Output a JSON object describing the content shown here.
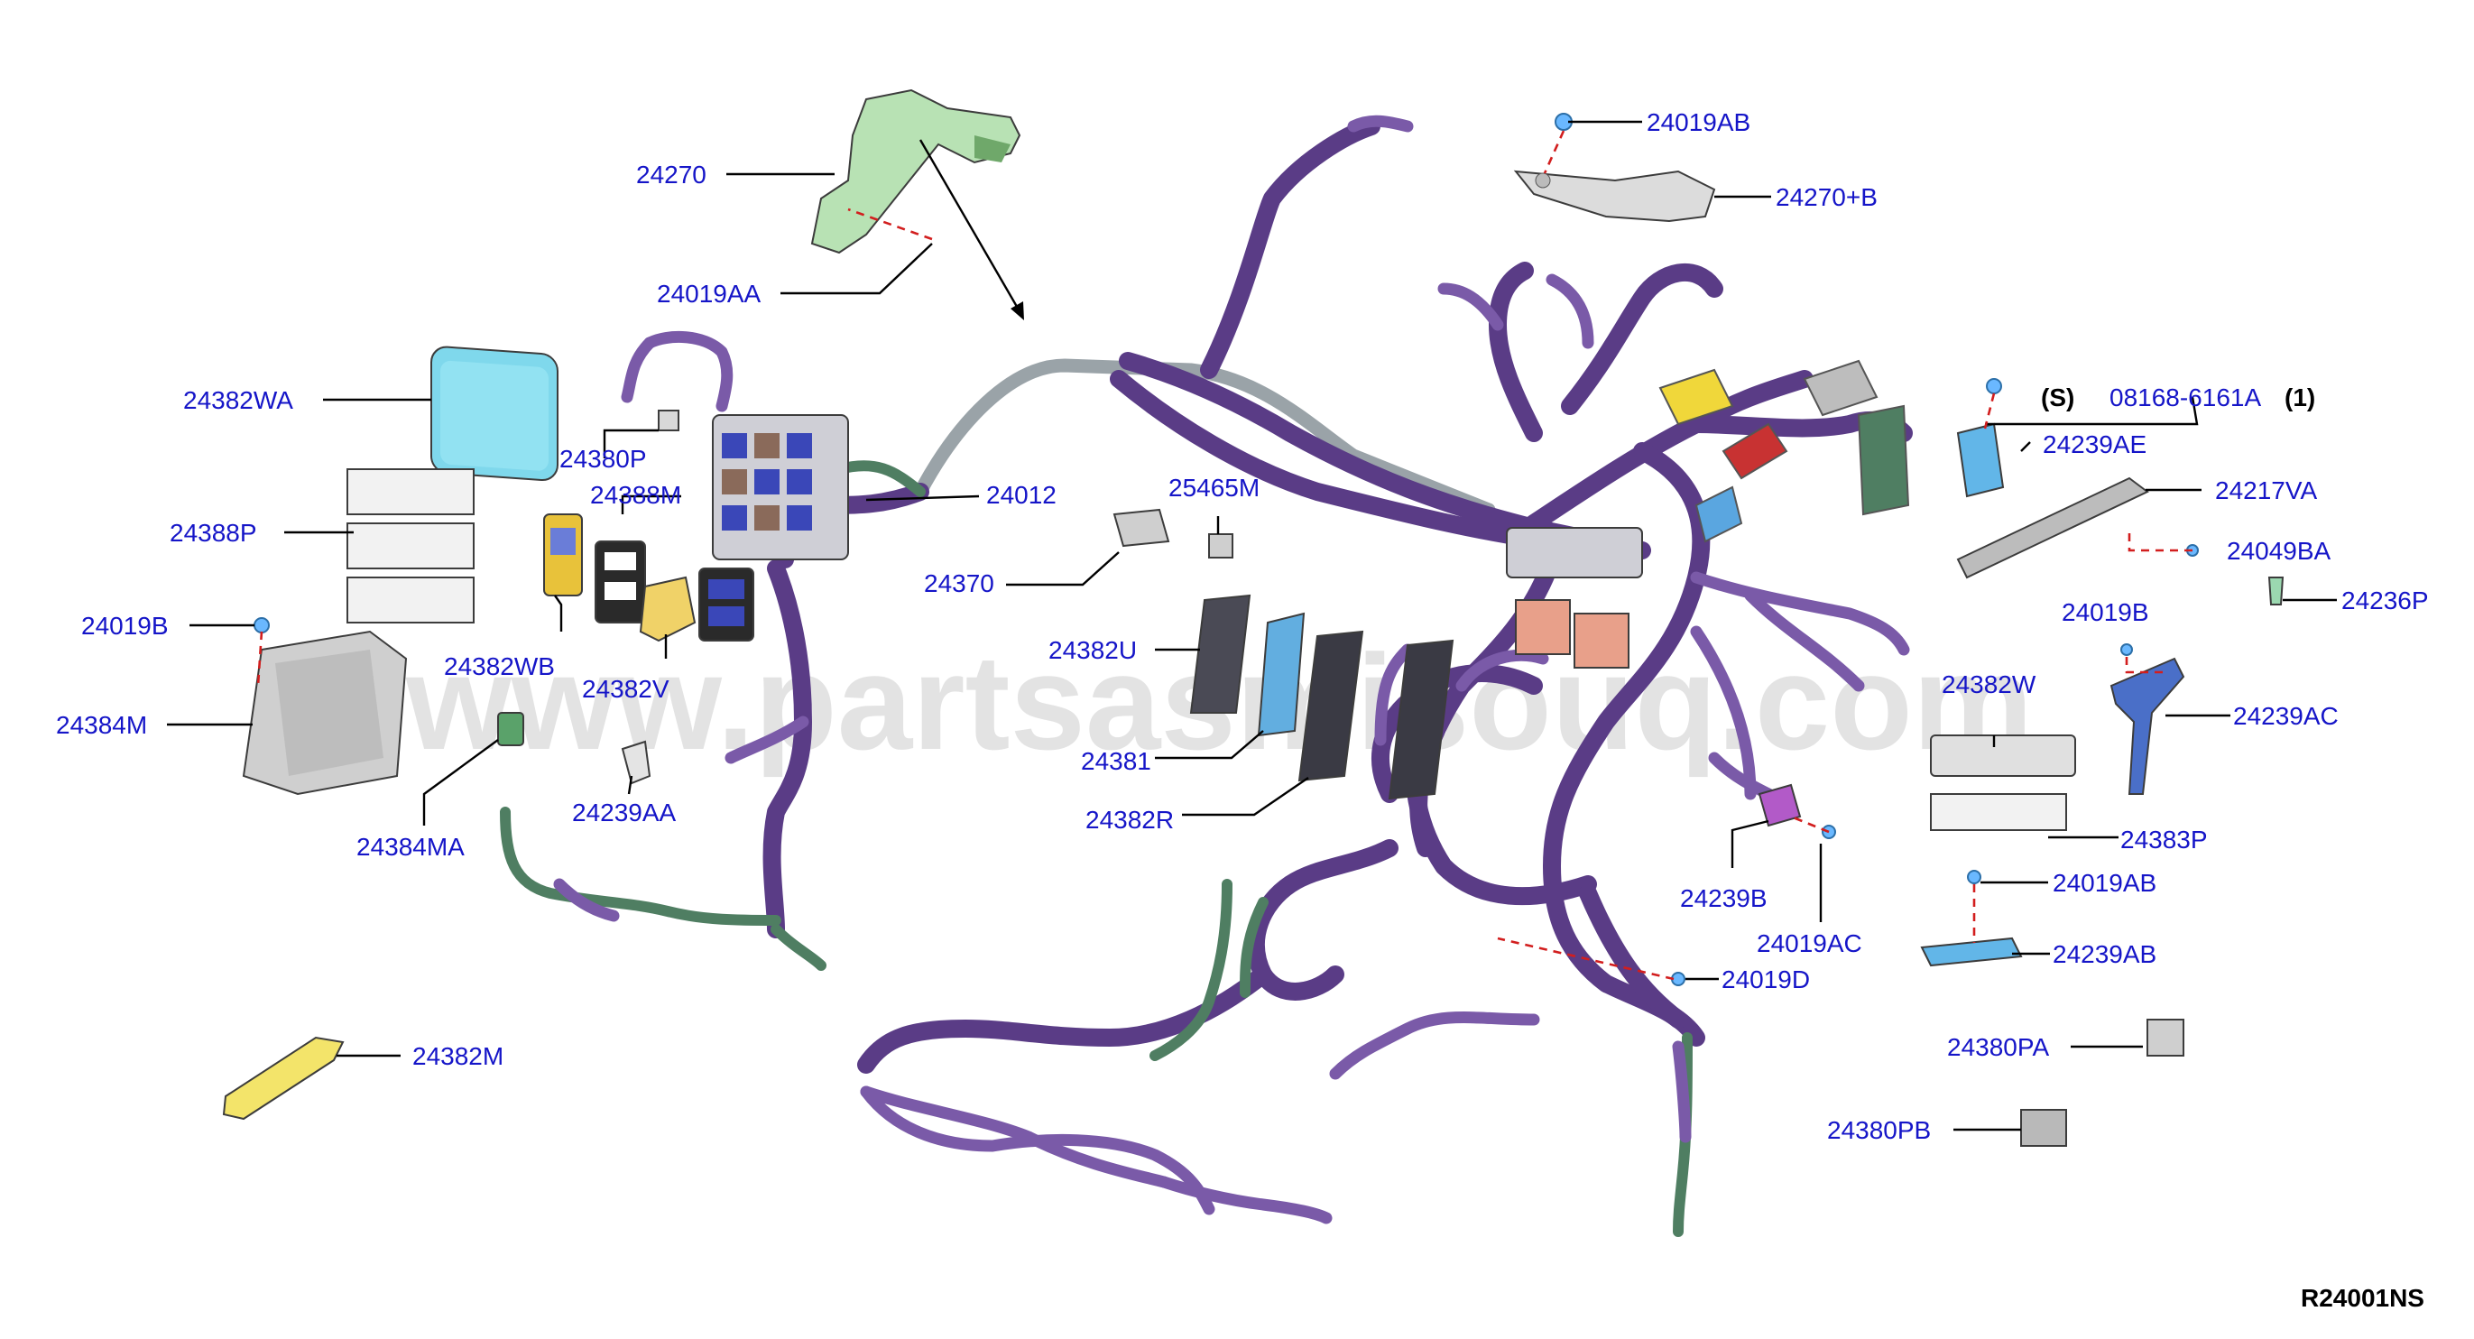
{
  "watermark": "www.partsasmisouq.com",
  "diagram_code": "R24001NS",
  "note_s": "(S)",
  "note_1": "(1)",
  "colors": {
    "label_blue": "#1515c8",
    "harness_purple": "#5a3c86",
    "harness_green": "#4f7e62",
    "leader_red_dashed": "#d21e1e",
    "fuse_box_blue": "#7fd8ec",
    "relay_yellow": "#e8c23a"
  },
  "callouts": [
    {
      "id": "24270"
    },
    {
      "id": "24019AA"
    },
    {
      "id": "24019AB"
    },
    {
      "id": "24270+B"
    },
    {
      "id": "24382WA"
    },
    {
      "id": "24380P"
    },
    {
      "id": "24388M"
    },
    {
      "id": "24012"
    },
    {
      "id": "24388P"
    },
    {
      "id": "24019B"
    },
    {
      "id": "24382WB"
    },
    {
      "id": "24382V"
    },
    {
      "id": "24384M"
    },
    {
      "id": "24384MA"
    },
    {
      "id": "24239AA"
    },
    {
      "id": "24370"
    },
    {
      "id": "25465M"
    },
    {
      "id": "24382U"
    },
    {
      "id": "24381"
    },
    {
      "id": "24382R"
    },
    {
      "id": "24382M"
    },
    {
      "id": "08168-6161A"
    },
    {
      "id": "24239AE"
    },
    {
      "id": "24217VA"
    },
    {
      "id": "24049BA"
    },
    {
      "id": "24236P"
    },
    {
      "id": "24019B"
    },
    {
      "id": "24239AC"
    },
    {
      "id": "24382W"
    },
    {
      "id": "24383P"
    },
    {
      "id": "24239B"
    },
    {
      "id": "24019AC"
    },
    {
      "id": "24019AB"
    },
    {
      "id": "24239AB"
    },
    {
      "id": "24019D"
    },
    {
      "id": "24380PA"
    },
    {
      "id": "24380PB"
    }
  ]
}
